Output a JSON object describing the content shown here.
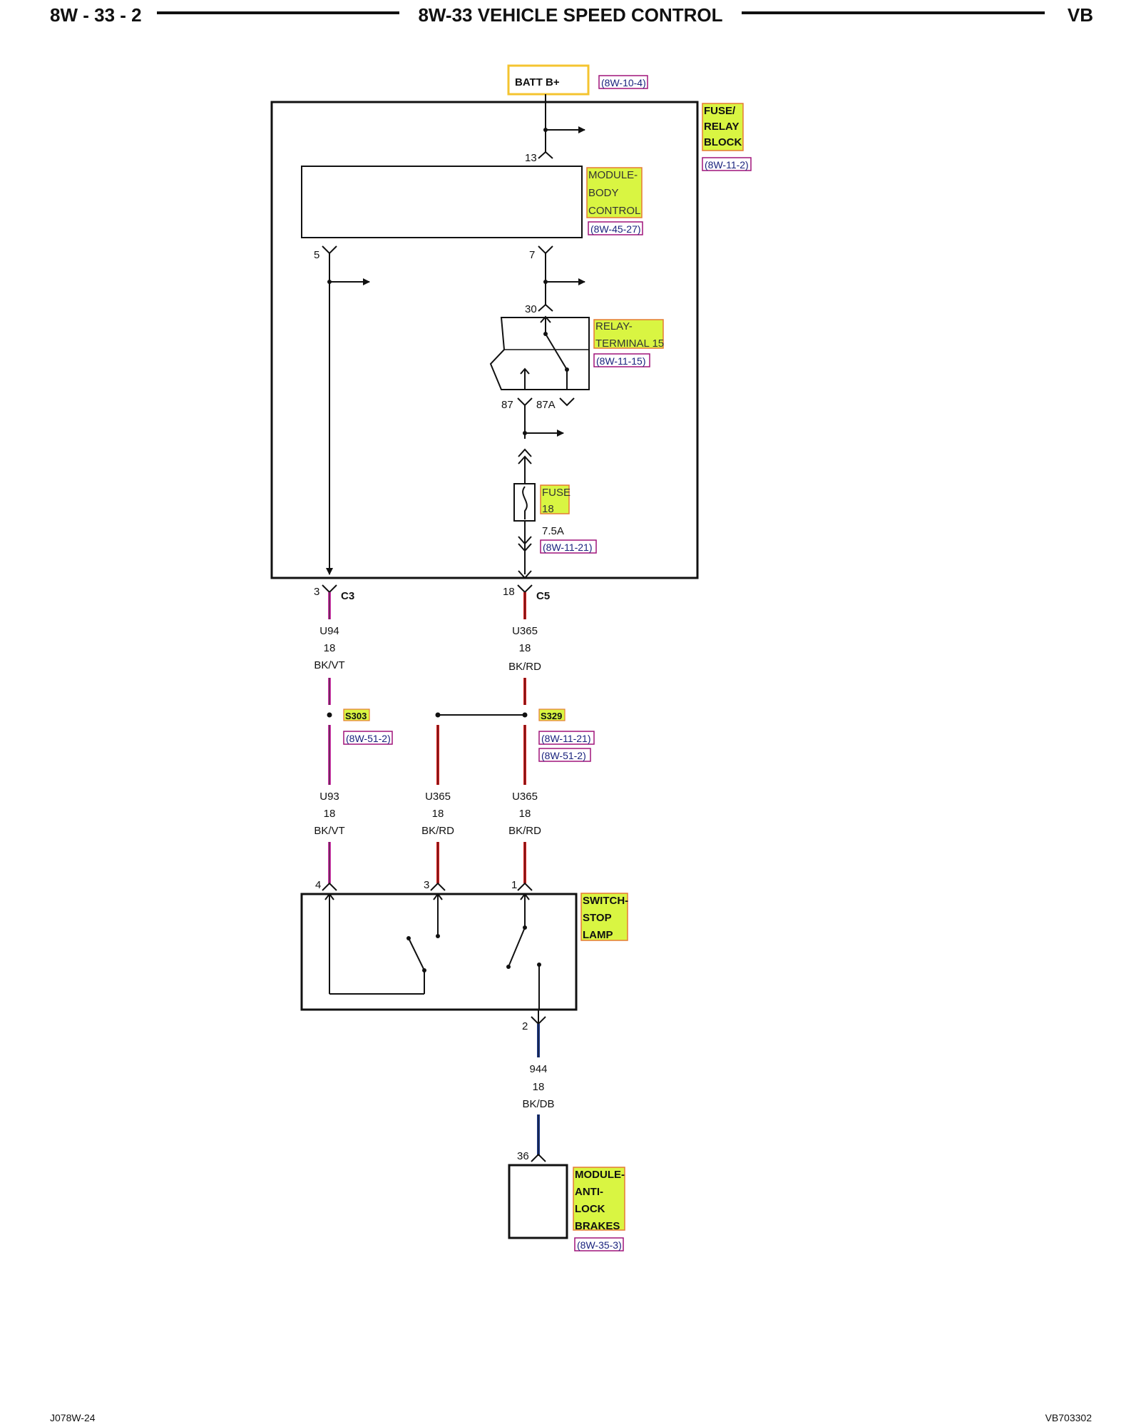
{
  "header": {
    "page_id": "8W - 33 - 2",
    "title": "8W-33 VEHICLE SPEED CONTROL",
    "model": "VB"
  },
  "footer": {
    "left_code": "J078W-24",
    "right_code": "VB703302"
  },
  "colors": {
    "label_fill": "#d9f542",
    "label_border": "#e57a34",
    "batt_border": "#f4c430",
    "ref_border": "#a0147a",
    "wire_magenta": "#d63aaf",
    "wire_red": "#e02020",
    "wire_blue": "#1f3b8c",
    "line": "#111111"
  },
  "batt": {
    "label": "BATT B+",
    "ref": "(8W-10-4)"
  },
  "fuse_relay_block": {
    "label": [
      "FUSE/",
      "RELAY",
      "BLOCK"
    ],
    "ref": "(8W-11-2)"
  },
  "module_body_control": {
    "label": [
      "MODULE-",
      "BODY",
      "CONTROL"
    ],
    "ref": "(8W-45-27)"
  },
  "relay": {
    "label": [
      "RELAY-",
      "TERMINAL 15"
    ],
    "ref": "(8W-11-15)"
  },
  "fuse": {
    "label": [
      "FUSE",
      "18"
    ],
    "rating": "7.5A",
    "ref": "(8W-11-21)"
  },
  "pins": {
    "p13": "13",
    "p5": "5",
    "p7": "7",
    "p30": "30",
    "p87": "87",
    "p87a": "87A",
    "c3_pin": "3",
    "c3": "C3",
    "c5_pin": "18",
    "c5": "C5",
    "sw4": "4",
    "sw3": "3",
    "sw1": "1",
    "sw2": "2",
    "abs36": "36"
  },
  "wires": {
    "u94": [
      "U94",
      "18",
      "BK/VT"
    ],
    "u365_top": [
      "U365",
      "18",
      "BK/RD"
    ],
    "u93": [
      "U93",
      "18",
      "BK/VT"
    ],
    "u365_mid": [
      "U365",
      "18",
      "BK/RD"
    ],
    "u365_right": [
      "U365",
      "18",
      "BK/RD"
    ],
    "w944": [
      "944",
      "18",
      "BK/DB"
    ]
  },
  "splices": {
    "s303": {
      "label": "S303",
      "ref": "(8W-51-2)"
    },
    "s329": {
      "label": "S329",
      "refs": [
        "(8W-11-21)",
        "(8W-51-2)"
      ]
    }
  },
  "switch_stop_lamp": {
    "label": [
      "SWITCH-",
      "STOP",
      "LAMP"
    ]
  },
  "module_abs": {
    "label": [
      "MODULE-",
      "ANTI-",
      "LOCK",
      "BRAKES"
    ],
    "ref": "(8W-35-3)"
  }
}
